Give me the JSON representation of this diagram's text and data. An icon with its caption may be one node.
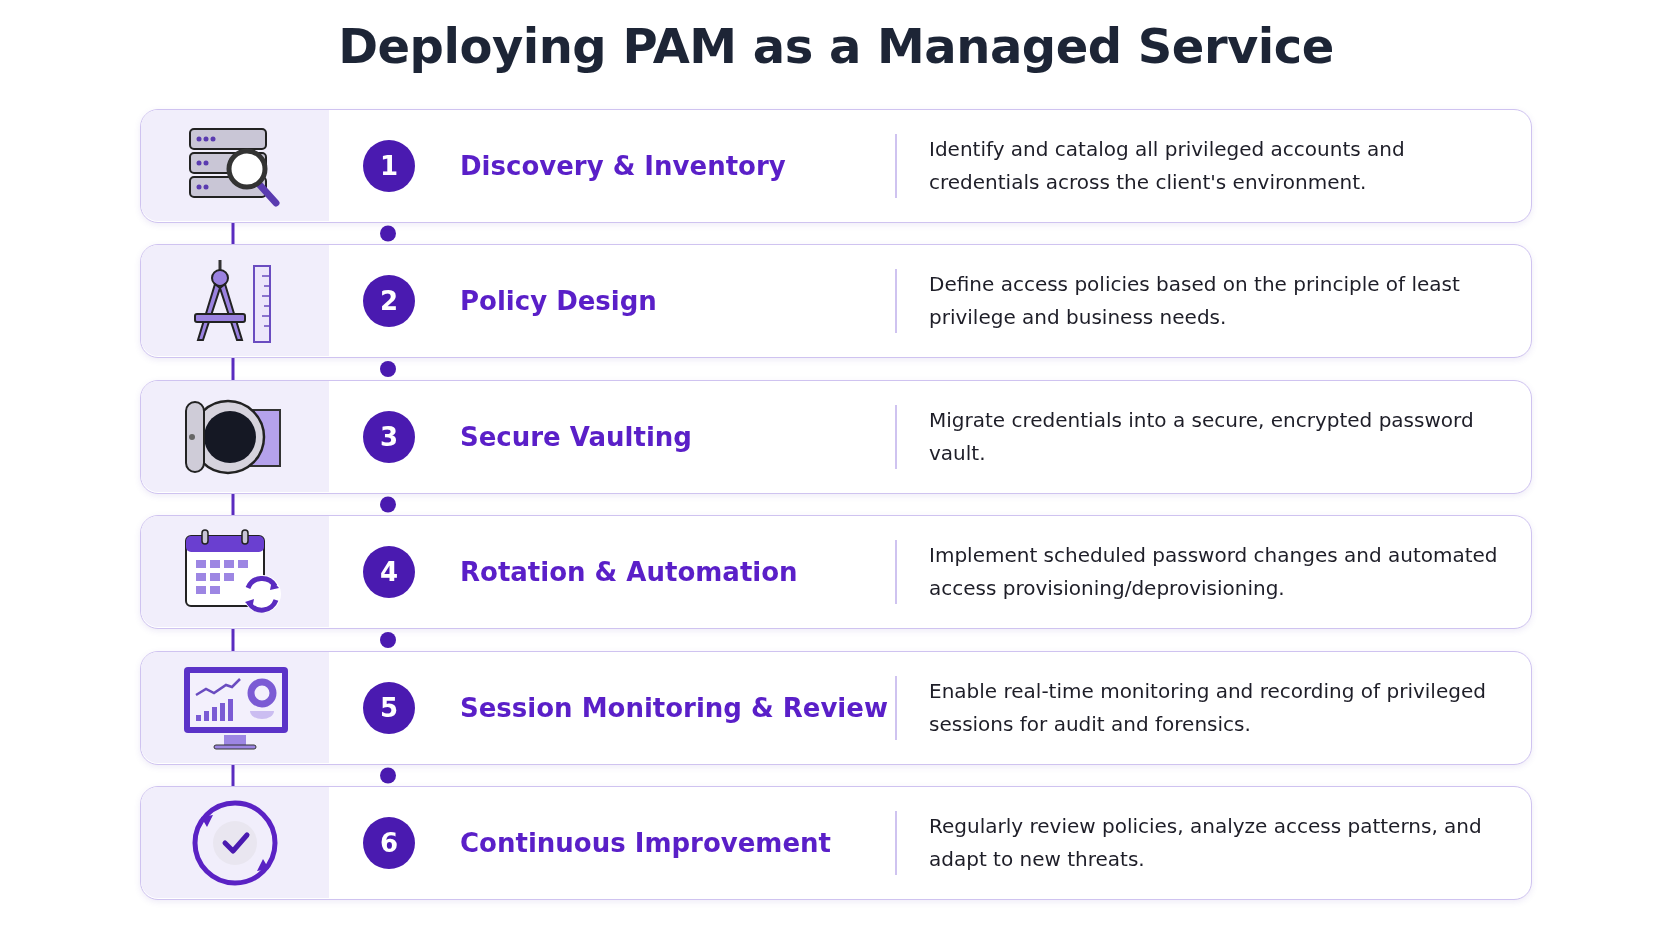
{
  "diagram": {
    "title": "Deploying **PAM** as a Managed Service",
    "nodes": [
      {
        "text": [
          "1",
          "Discovery & Inventory",
          "Identify and catalog all privileged accounts and credentials across the client's environment."
        ]
      },
      {
        "text": [
          "2",
          "Policy Design",
          "Define access policies based on the principle of least privilege and business needs."
        ]
      },
      {
        "text": [
          "3",
          "Secure Vaulting",
          "Migrate credentials into a secure, encrypted password vault."
        ]
      },
      {
        "text": [
          "4",
          "Rotation & Automation",
          "Implement scheduled password changes and automated access provisioning/deprovisioning."
        ]
      },
      {
        "text": [
          "5",
          "Session Monitoring & Review",
          "Enable real-time monitoring and recording of privileged sessions for audit and forensics."
        ]
      },
      {
        "text": [
          "6",
          "Continuous Improvement",
          "Regularly review policies, analyze access patterns, and adapt to new threats."
        ]
      }
    ],
    "edges": [
      {
        "from": 0,
        "to": 1,
        "arrow": "none"
      },
      {
        "from": 1,
        "to": 2,
        "arrow": "none"
      },
      {
        "from": 2,
        "to": 3,
        "arrow": "none"
      },
      {
        "from": 3,
        "to": 4,
        "arrow": "none"
      },
      {
        "from": 4,
        "to": 5,
        "arrow": "none"
      }
    ]
  }
}
